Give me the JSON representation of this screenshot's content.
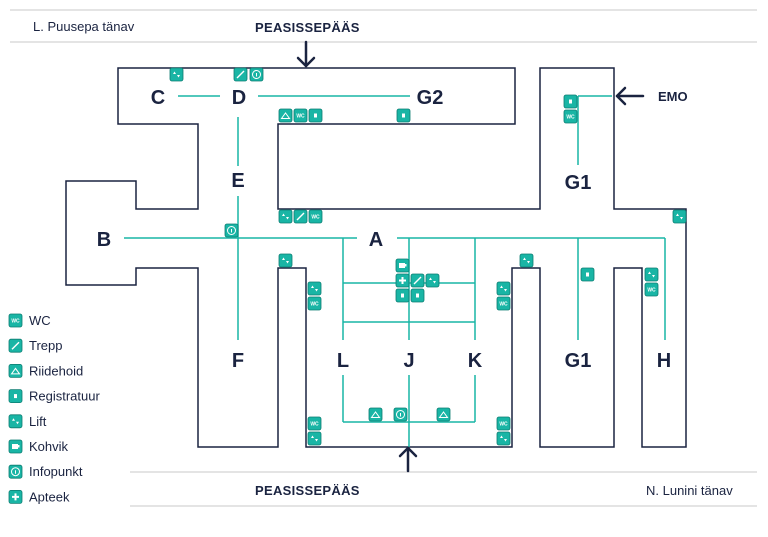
{
  "streets": {
    "top_left": "L. Puusepa tänav",
    "bottom_right": "N. Lunini tänav"
  },
  "entrances": {
    "top": "PEASISSEPÄÄS",
    "bottom": "PEASISSEPÄÄS",
    "emergency": "EMO"
  },
  "wings": {
    "C": "C",
    "D": "D",
    "G2": "G2",
    "E": "E",
    "G1_top": "G1",
    "B": "B",
    "A": "A",
    "F": "F",
    "L": "L",
    "J": "J",
    "K": "K",
    "G1_bottom": "G1",
    "H": "H"
  },
  "legend": [
    {
      "key": "wc",
      "label": "WC",
      "icon": "wc-icon"
    },
    {
      "key": "stairs",
      "label": "Trepp",
      "icon": "stairs-icon"
    },
    {
      "key": "wardrobe",
      "label": "Riidehoid",
      "icon": "wardrobe-icon"
    },
    {
      "key": "registry",
      "label": "Registratuur",
      "icon": "registry-icon"
    },
    {
      "key": "lift",
      "label": "Lift",
      "icon": "lift-icon"
    },
    {
      "key": "cafe",
      "label": "Kohvik",
      "icon": "cafe-icon"
    },
    {
      "key": "info",
      "label": "Infopunkt",
      "icon": "info-icon"
    },
    {
      "key": "pharmacy",
      "label": "Apteek",
      "icon": "pharmacy-icon"
    }
  ],
  "colors": {
    "outline": "#1a2340",
    "corridor": "#19b5a5",
    "icon_fill": "#19b5a5",
    "icon_border": "#0e7d72",
    "street_line": "#c8c8c8"
  }
}
